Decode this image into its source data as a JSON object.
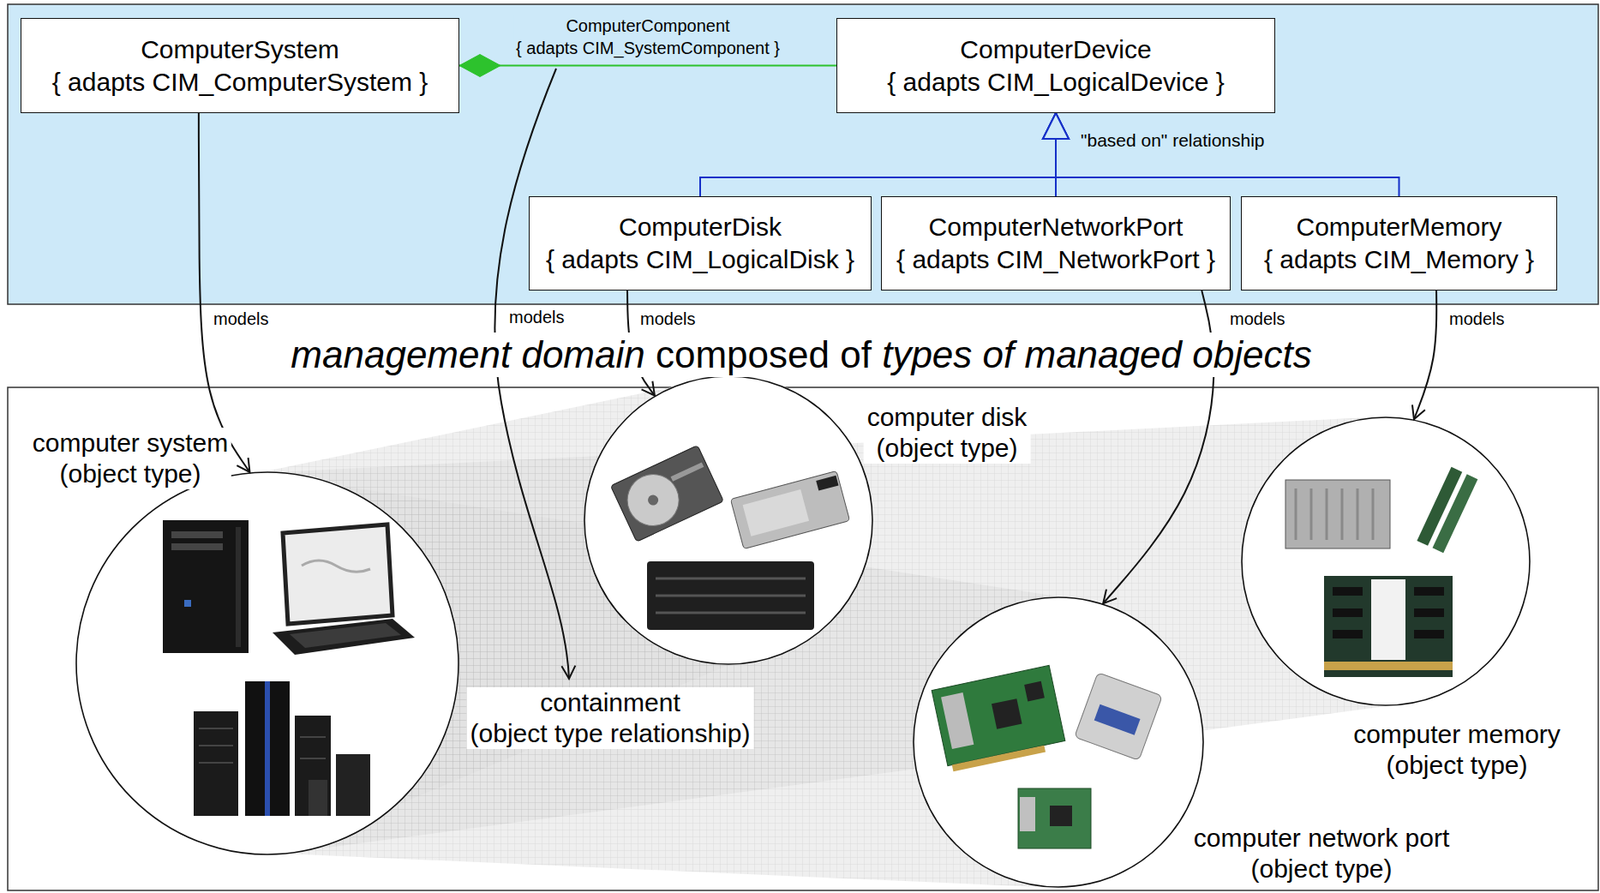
{
  "diagram": {
    "title": "management domain composed of types of managed objects",
    "nodes": [
      {
        "text": [
          "ComputerSystem",
          "{ adapts CIM_ComputerSystem }"
        ]
      },
      {
        "text": [
          "ComputerDevice",
          "{ adapts CIM_LogicalDevice }"
        ]
      },
      {
        "text": [
          "ComputerDisk",
          "{ adapts CIM_LogicalDisk }"
        ]
      },
      {
        "text": [
          "ComputerNetworkPort",
          "{ adapts CIM_NetworkPort }"
        ]
      },
      {
        "text": [
          "ComputerMemory",
          "{ adapts CIM_Memory }"
        ]
      },
      {
        "text": [
          "computer system (object type)"
        ]
      },
      {
        "text": [
          "computer disk (object type)"
        ]
      },
      {
        "text": [
          "computer memory (object type)"
        ]
      },
      {
        "text": [
          "computer network port (object type)"
        ]
      }
    ],
    "edges": [
      {
        "from": 1,
        "to": 0,
        "arrow": "to",
        "label": "ComputerComponent { adapts CIM_SystemComponent }"
      },
      {
        "from": 2,
        "to": 1,
        "arrow": "to"
      },
      {
        "from": 3,
        "to": 1,
        "arrow": "to",
        "label": "\"based on\" relationship"
      },
      {
        "from": 4,
        "to": 1,
        "arrow": "to"
      },
      {
        "from": 0,
        "to": 5,
        "arrow": "to",
        "label": "models"
      },
      {
        "from": 2,
        "to": 6,
        "arrow": "to",
        "label": "models"
      },
      {
        "from": 3,
        "to": 8,
        "arrow": "to",
        "label": "models"
      },
      {
        "from": 4,
        "to": 7,
        "arrow": "to",
        "label": "models"
      }
    ],
    "labels": [
      "models",
      "containment (object type relationship)"
    ]
  }
}
